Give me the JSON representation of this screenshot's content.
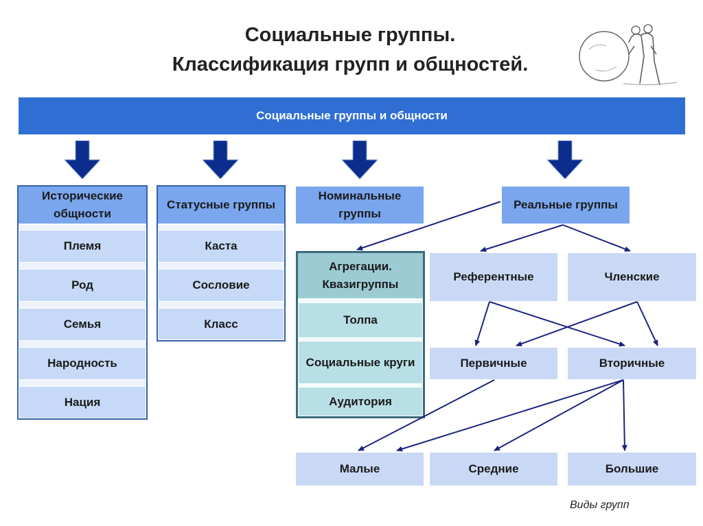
{
  "title": {
    "line1": "Социальные группы.",
    "line2": "Классификация групп и общностей."
  },
  "banner": "Социальные группы и общности",
  "historical": {
    "header": "Исторические общности",
    "items": [
      "Племя",
      "Род",
      "Семья",
      "Народность",
      "Нация"
    ]
  },
  "status": {
    "header": "Статусные группы",
    "items": [
      "Каста",
      "Сословие",
      "Класс"
    ]
  },
  "nominal": {
    "header": "Номинальные группы"
  },
  "aggregation": {
    "header": "Агрегации. Квазигруппы",
    "items": [
      "Толпа",
      "Социальные круги",
      "Аудитория"
    ]
  },
  "real": {
    "header": "Реальные группы"
  },
  "reference": "Референтные",
  "member": "Членские",
  "primary": "Первичные",
  "secondary": "Вторичные",
  "small": "Малые",
  "medium": "Средние",
  "large": "Большие",
  "caption": "Виды групп",
  "colors": {
    "banner": "#2f6fd4",
    "header": "#7aa6ee",
    "cell": "#c6d9f6",
    "arrow": "#0d2d8c",
    "line": "#1a237e",
    "teal": "#b9dfe6"
  }
}
